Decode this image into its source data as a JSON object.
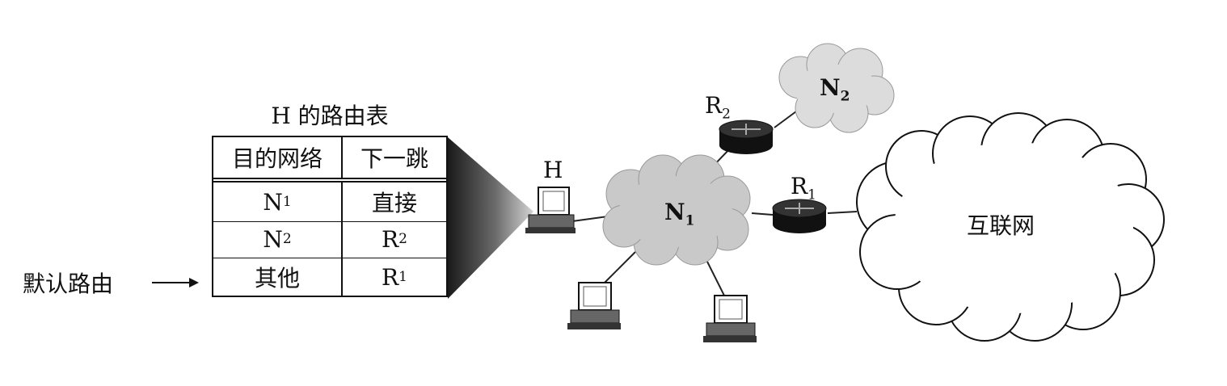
{
  "table": {
    "title": "H 的路由表",
    "headers": [
      "目的网络",
      "下一跳"
    ],
    "rows": [
      {
        "dest": "N",
        "dest_sub": "1",
        "next": "直接",
        "next_sub": ""
      },
      {
        "dest": "N",
        "dest_sub": "2",
        "next": "R",
        "next_sub": "2"
      },
      {
        "dest": "其他",
        "dest_sub": "",
        "next": "R",
        "next_sub": "1"
      }
    ]
  },
  "annotation": {
    "default_route": "默认路由"
  },
  "nodes": {
    "host": "H",
    "n1": "N",
    "n1_sub": "1",
    "n2": "N",
    "n2_sub": "2",
    "r1": "R",
    "r1_sub": "1",
    "r2": "R",
    "r2_sub": "2",
    "internet": "互联网"
  }
}
